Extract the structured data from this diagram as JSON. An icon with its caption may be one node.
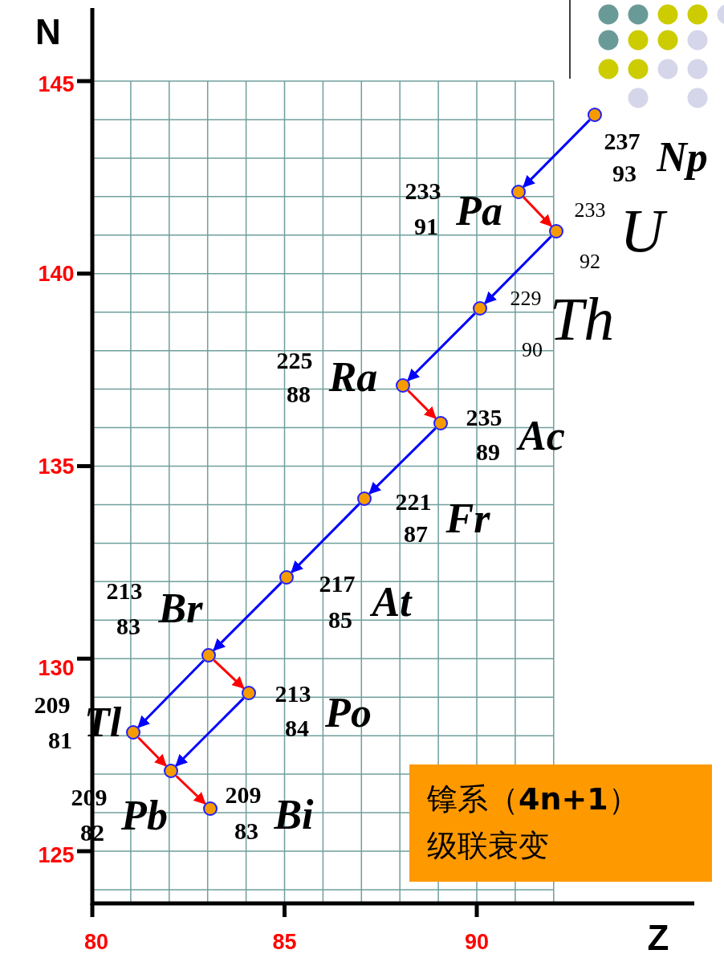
{
  "diagram": {
    "nodes": [
      {
        "text": [],
        "shape": "circle",
        "beside": [
          "237",
          "93",
          "Np"
        ]
      },
      {
        "text": [],
        "shape": "circle",
        "beside": [
          "233",
          "91",
          "Pa"
        ]
      },
      {
        "text": [],
        "shape": "circle",
        "beside": [
          "233",
          "92",
          "U"
        ]
      },
      {
        "text": [],
        "shape": "circle",
        "beside": [
          "229",
          "90",
          "Th"
        ]
      },
      {
        "text": [],
        "shape": "circle",
        "beside": [
          "225",
          "88",
          "Ra"
        ]
      },
      {
        "text": [],
        "shape": "circle",
        "beside": [
          "235",
          "89",
          "Ac"
        ]
      },
      {
        "text": [],
        "shape": "circle",
        "beside": [
          "221",
          "87",
          "Fr"
        ]
      },
      {
        "text": [],
        "shape": "circle",
        "beside": [
          "217",
          "85",
          "At"
        ]
      },
      {
        "text": [],
        "shape": "circle",
        "beside": [
          "213",
          "83",
          "Br"
        ]
      },
      {
        "text": [],
        "shape": "circle",
        "beside": [
          "213",
          "84",
          "Po"
        ]
      },
      {
        "text": [],
        "shape": "circle",
        "beside": [
          "209",
          "81",
          "Tl"
        ]
      },
      {
        "text": [],
        "shape": "circle",
        "beside": [
          "209",
          "82",
          "Pb"
        ]
      },
      {
        "text": [],
        "shape": "circle",
        "beside": [
          "209",
          "83",
          "Bi"
        ]
      },
      {
        "text": [
          "镎系（**4n+1**）级联衰变"
        ]
      }
    ],
    "edges": [
      {
        "from": 0,
        "to": 1,
        "arrow": "to"
      },
      {
        "from": 1,
        "to": 2,
        "arrow": "to",
        "color": "#ff0000"
      },
      {
        "from": 2,
        "to": 3,
        "arrow": "to"
      },
      {
        "from": 3,
        "to": 4,
        "arrow": "to"
      },
      {
        "from": 4,
        "to": 5,
        "arrow": "to",
        "color": "#ff0000"
      },
      {
        "from": 5,
        "to": 6,
        "arrow": "to"
      },
      {
        "from": 6,
        "to": 7,
        "arrow": "to"
      },
      {
        "from": 7,
        "to": 8,
        "arrow": "to"
      },
      {
        "from": 8,
        "to": 9,
        "arrow": "to",
        "color": "#ff0000"
      },
      {
        "from": 8,
        "to": 10,
        "arrow": "to"
      },
      {
        "from": 9,
        "to": 11,
        "arrow": "to"
      },
      {
        "from": 10,
        "to": 11,
        "arrow": "to",
        "color": "#ff0000"
      },
      {
        "from": 11,
        "to": 12,
        "arrow": "to",
        "color": "#ff0000"
      }
    ],
    "labels": [
      "N",
      "145",
      "140",
      "135",
      "130",
      "125",
      "80",
      "85",
      "90",
      "Z"
    ]
  }
}
